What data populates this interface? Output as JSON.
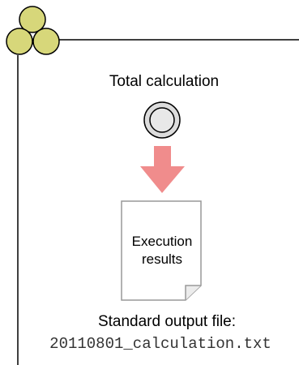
{
  "diagram": {
    "process_title": "Total calculation",
    "document_text": "Execution results",
    "output_label": "Standard output file:",
    "output_filename": "20110801_calculation.txt",
    "colors": {
      "logo_fill": "#d7d77a",
      "logo_stroke": "#000000",
      "node_fill": "#dcdcdc",
      "arrow": "#f08c8c",
      "document_fill": "#ffffff",
      "document_stroke": "#999999"
    },
    "icons": [
      "three-circle-logo",
      "calculation-node-icon",
      "down-arrow-icon",
      "document-icon"
    ]
  }
}
